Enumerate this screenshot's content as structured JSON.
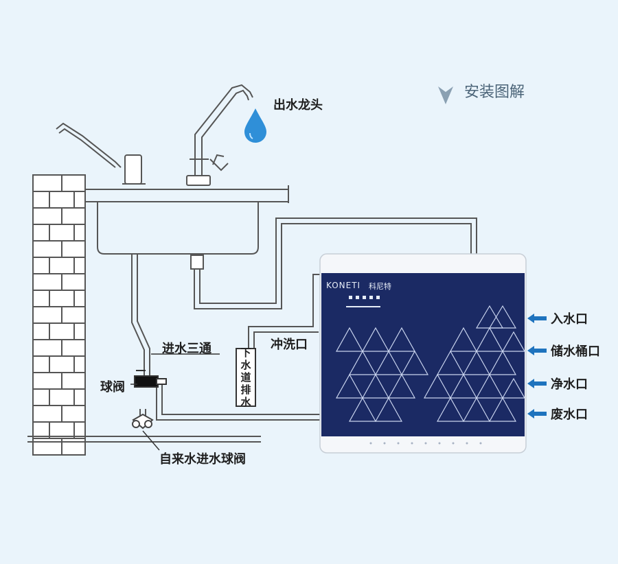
{
  "title": "安装图解",
  "brand": {
    "name": "KONETI",
    "name_cn": "科尼特"
  },
  "labels": {
    "faucet": "出水龙头",
    "tee": "进水三通",
    "ball_valve": "球阀",
    "flush_port": "冲洗口",
    "tap_valve": "自来水进水球阀"
  },
  "drain_label": [
    "下",
    "水",
    "道",
    "排",
    "水"
  ],
  "ports": [
    "入水口",
    "储水桶口",
    "净水口",
    "废水口"
  ],
  "colors": {
    "background": "#eaf4fb",
    "panel": "#1b2a64",
    "arrow": "#1e73be",
    "water_drop": "#2f8fd8",
    "pipe": "#444444"
  },
  "icons": [
    "water-drop-icon",
    "chevron-down-icon",
    "arrow-right-icon"
  ]
}
